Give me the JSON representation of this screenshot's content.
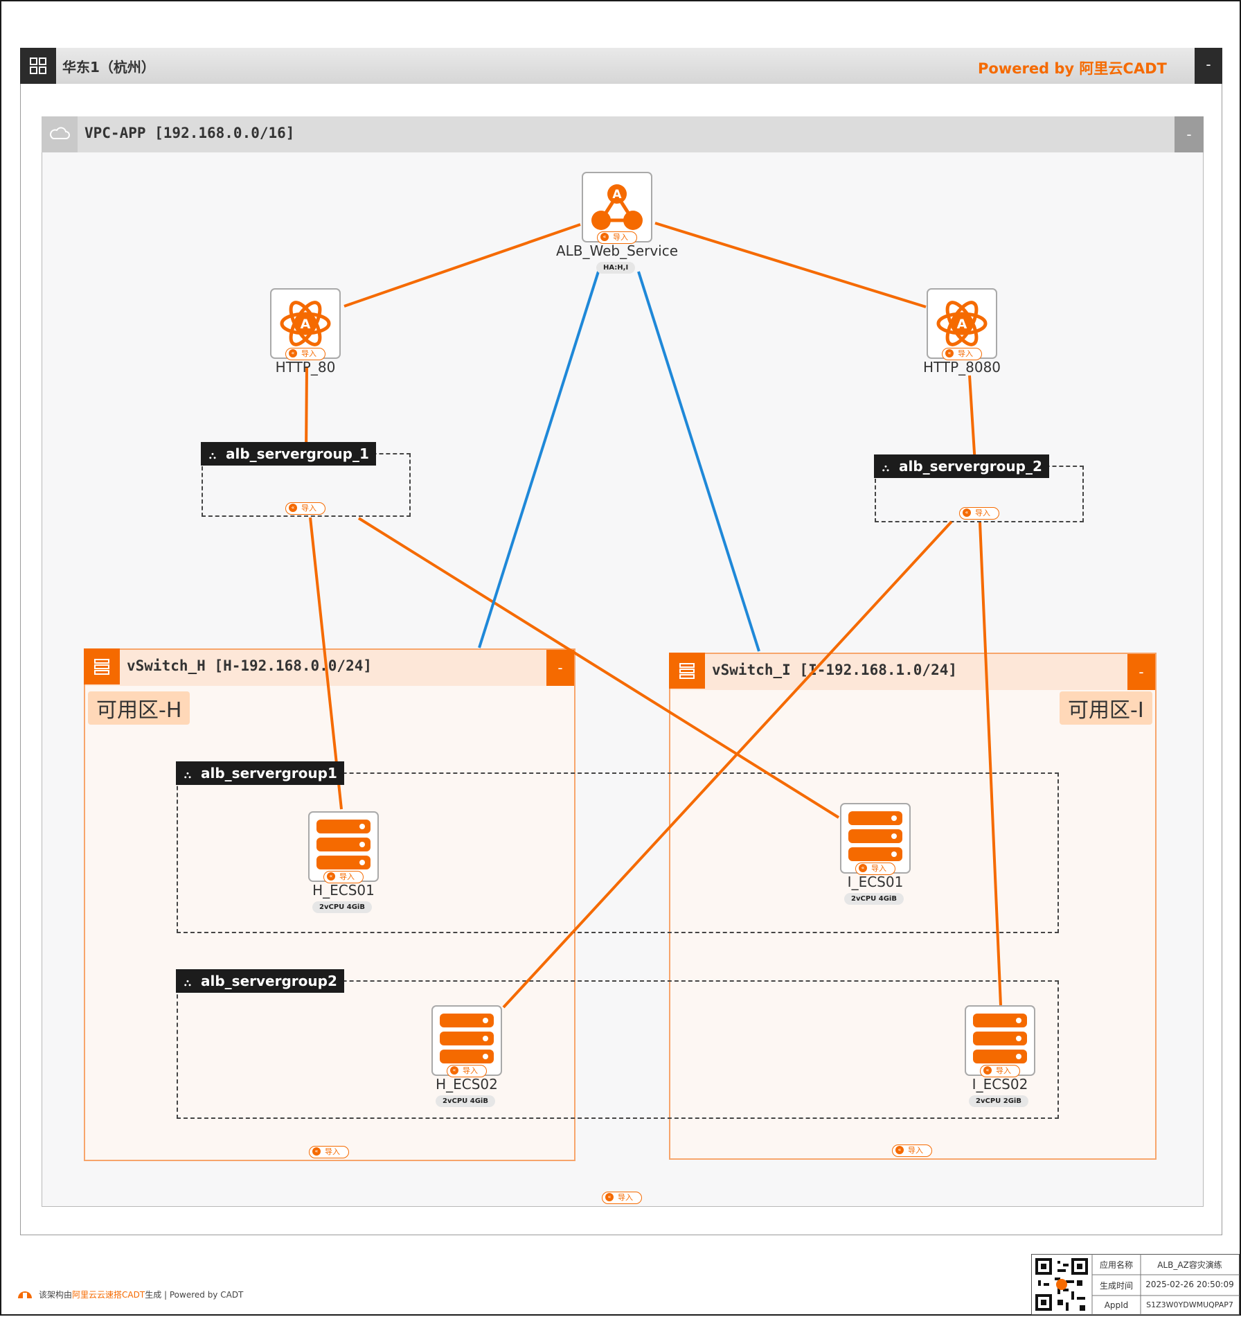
{
  "region": {
    "title": "华东1（杭州）",
    "powered": "Powered by 阿里云CADT",
    "collapse": "-"
  },
  "vpc": {
    "title": "VPC-APP [192.168.0.0/16]",
    "collapse": "-"
  },
  "vswitches": [
    {
      "title": "vSwitch_H [H-192.168.0.0/24]",
      "zone": "可用区-H",
      "collapse": "-"
    },
    {
      "title": "vSwitch_I [I-192.168.1.0/24]",
      "zone": "可用区-I",
      "collapse": "-"
    }
  ],
  "alb": {
    "label": "ALB_Web_Service",
    "badge": "HA:H,I"
  },
  "listeners": [
    {
      "label": "HTTP_80"
    },
    {
      "label": "HTTP_8080"
    }
  ],
  "server_groups": [
    {
      "label": "alb_servergroup_1"
    },
    {
      "label": "alb_servergroup_2"
    },
    {
      "label": "alb_servergroup1"
    },
    {
      "label": "alb_servergroup2"
    }
  ],
  "instances": [
    {
      "label": "H_ECS01",
      "spec": "2vCPU  4GiB"
    },
    {
      "label": "I_ECS01",
      "spec": "2vCPU  4GiB"
    },
    {
      "label": "H_ECS02",
      "spec": "2vCPU  4GiB"
    },
    {
      "label": "I_ECS02",
      "spec": "2vCPU  2GiB"
    }
  ],
  "import_label": "导入",
  "colors": {
    "accent": "#f56a00",
    "link_orange": "#f56a00",
    "link_blue": "#1f88d8"
  },
  "icons": [
    "grid-icon",
    "cloud-icon",
    "vswitch-icon",
    "alb-icon",
    "listener-icon",
    "ecs-icon",
    "servergroup-icon",
    "qr-code-icon",
    "cadt-logo-icon"
  ],
  "footer": {
    "prefix": "该架构由",
    "brand": "阿里云云速搭CADT",
    "suffix": "生成 | Powered by CADT"
  },
  "info_table": {
    "rows": [
      {
        "key": "应用名称",
        "value": "ALB_AZ容灾演练"
      },
      {
        "key": "生成时间",
        "value": "2025-02-26 20:50:09"
      },
      {
        "key": "AppId",
        "value": "S1Z3W0YDWMUQPAP7"
      }
    ]
  }
}
